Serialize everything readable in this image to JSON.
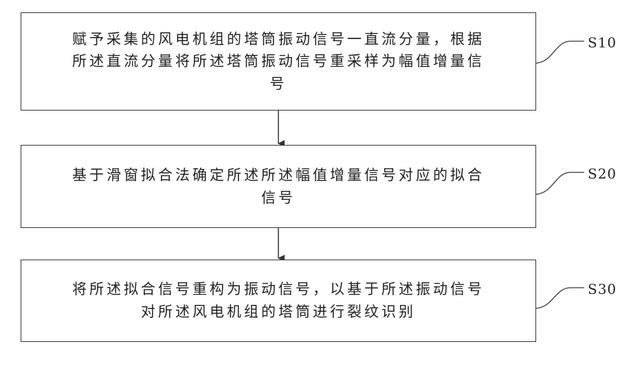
{
  "steps": [
    {
      "id": "S10",
      "text": "赋予采集的风电机组的塔筒振动信号一直流分量，根据\n所述直流分量将所述塔筒振动信号重采样为幅值增量信\n号"
    },
    {
      "id": "S20",
      "text": "基于滑窗拟合法确定所述所述幅值增量信号对应的拟合\n信号"
    },
    {
      "id": "S30",
      "text": "将所述拟合信号重构为振动信号，以基于所述振动信号\n对所述风电机组的塔筒进行裂纹识别"
    }
  ],
  "colors": {
    "line": "#333333",
    "text": "#222222"
  }
}
